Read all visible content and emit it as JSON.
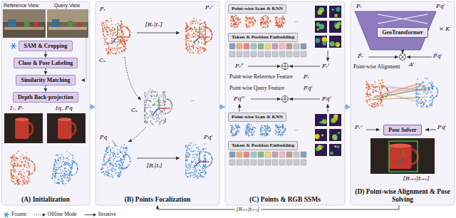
{
  "diagram": {
    "nodes": [
      {
        "text": [
          "(A) Initialization"
        ]
      },
      {
        "text": [
          "SAM & Cropping"
        ],
        "in": 0
      },
      {
        "text": [
          "Class & Pose Labeling"
        ],
        "in": 0
      },
      {
        "text": [
          "Similarity Matching"
        ],
        "in": 0
      },
      {
        "text": [
          "Depth Back-projection"
        ],
        "in": 0
      },
      {
        "text": [
          "(B) Points Focalization"
        ]
      },
      {
        "text": [
          "(C) Points & RGB SSMs"
        ]
      },
      {
        "text": [
          "Point-wise Scan & KNN"
        ],
        "in": 6
      },
      {
        "text": [
          "Token & Position Embedding"
        ],
        "in": 6
      },
      {
        "text": [
          "Point-wise Scan & KNN"
        ],
        "in": 6
      },
      {
        "text": [
          "Token & Position Embedding"
        ],
        "in": 6
      },
      {
        "text": [
          "(D) Point-wise Alignment & Pose Solving"
        ]
      },
      {
        "text": [
          "GeoTransformer"
        ],
        "in": 11
      },
      {
        "text": [
          "Pose Solver"
        ],
        "in": 11
      }
    ],
    "edges": [
      {
        "from": 1,
        "to": 2,
        "arrow": "to"
      },
      {
        "from": 2,
        "to": 3,
        "arrow": "to"
      },
      {
        "from": 3,
        "to": 4,
        "arrow": "to"
      },
      {
        "from": 0,
        "to": 5,
        "arrow": "to"
      },
      {
        "from": 5,
        "to": 6,
        "arrow": "to"
      },
      {
        "from": 6,
        "to": 11,
        "arrow": "to"
      },
      {
        "from": 11,
        "to": 5,
        "label": "[Rᵢ₊₁|tᵢ₊₁]",
        "arrow": "to"
      }
    ],
    "labels": [
      "Reference View",
      "Query View",
      "Iᵣ, Pᵣ",
      "Iq, Pq",
      "Pᵣ",
      "Pᵣᶜ",
      "Cₒ",
      "[Rᵣ|tᵣ]",
      "Cₒ",
      "Pq",
      "Pqⁱ",
      "[Rᵢ|tᵢ]",
      "...",
      "Fᵣᴾ",
      "Fᵣᴵ",
      "Fᵣ",
      "Point-wise Reference Feature",
      "Point-wise Query Feature",
      "Fqᴾⁱ",
      "Fqᴵ",
      "Fqⁱ",
      "...",
      "...",
      "Fᵣ",
      "Fqⁱ",
      "F̄ᵣ",
      "F̄qⁱ",
      "× K",
      "Point-wise Alignment",
      "Aⁱ",
      "Pᵣᶜ",
      "Pqⁱ",
      "[Rᵢ₊₁|tᵢ₊₁]"
    ],
    "legend": [
      {
        "text": "Frozen"
      },
      {
        "text": "Offline Mode"
      },
      {
        "text": "Iterative"
      }
    ]
  }
}
